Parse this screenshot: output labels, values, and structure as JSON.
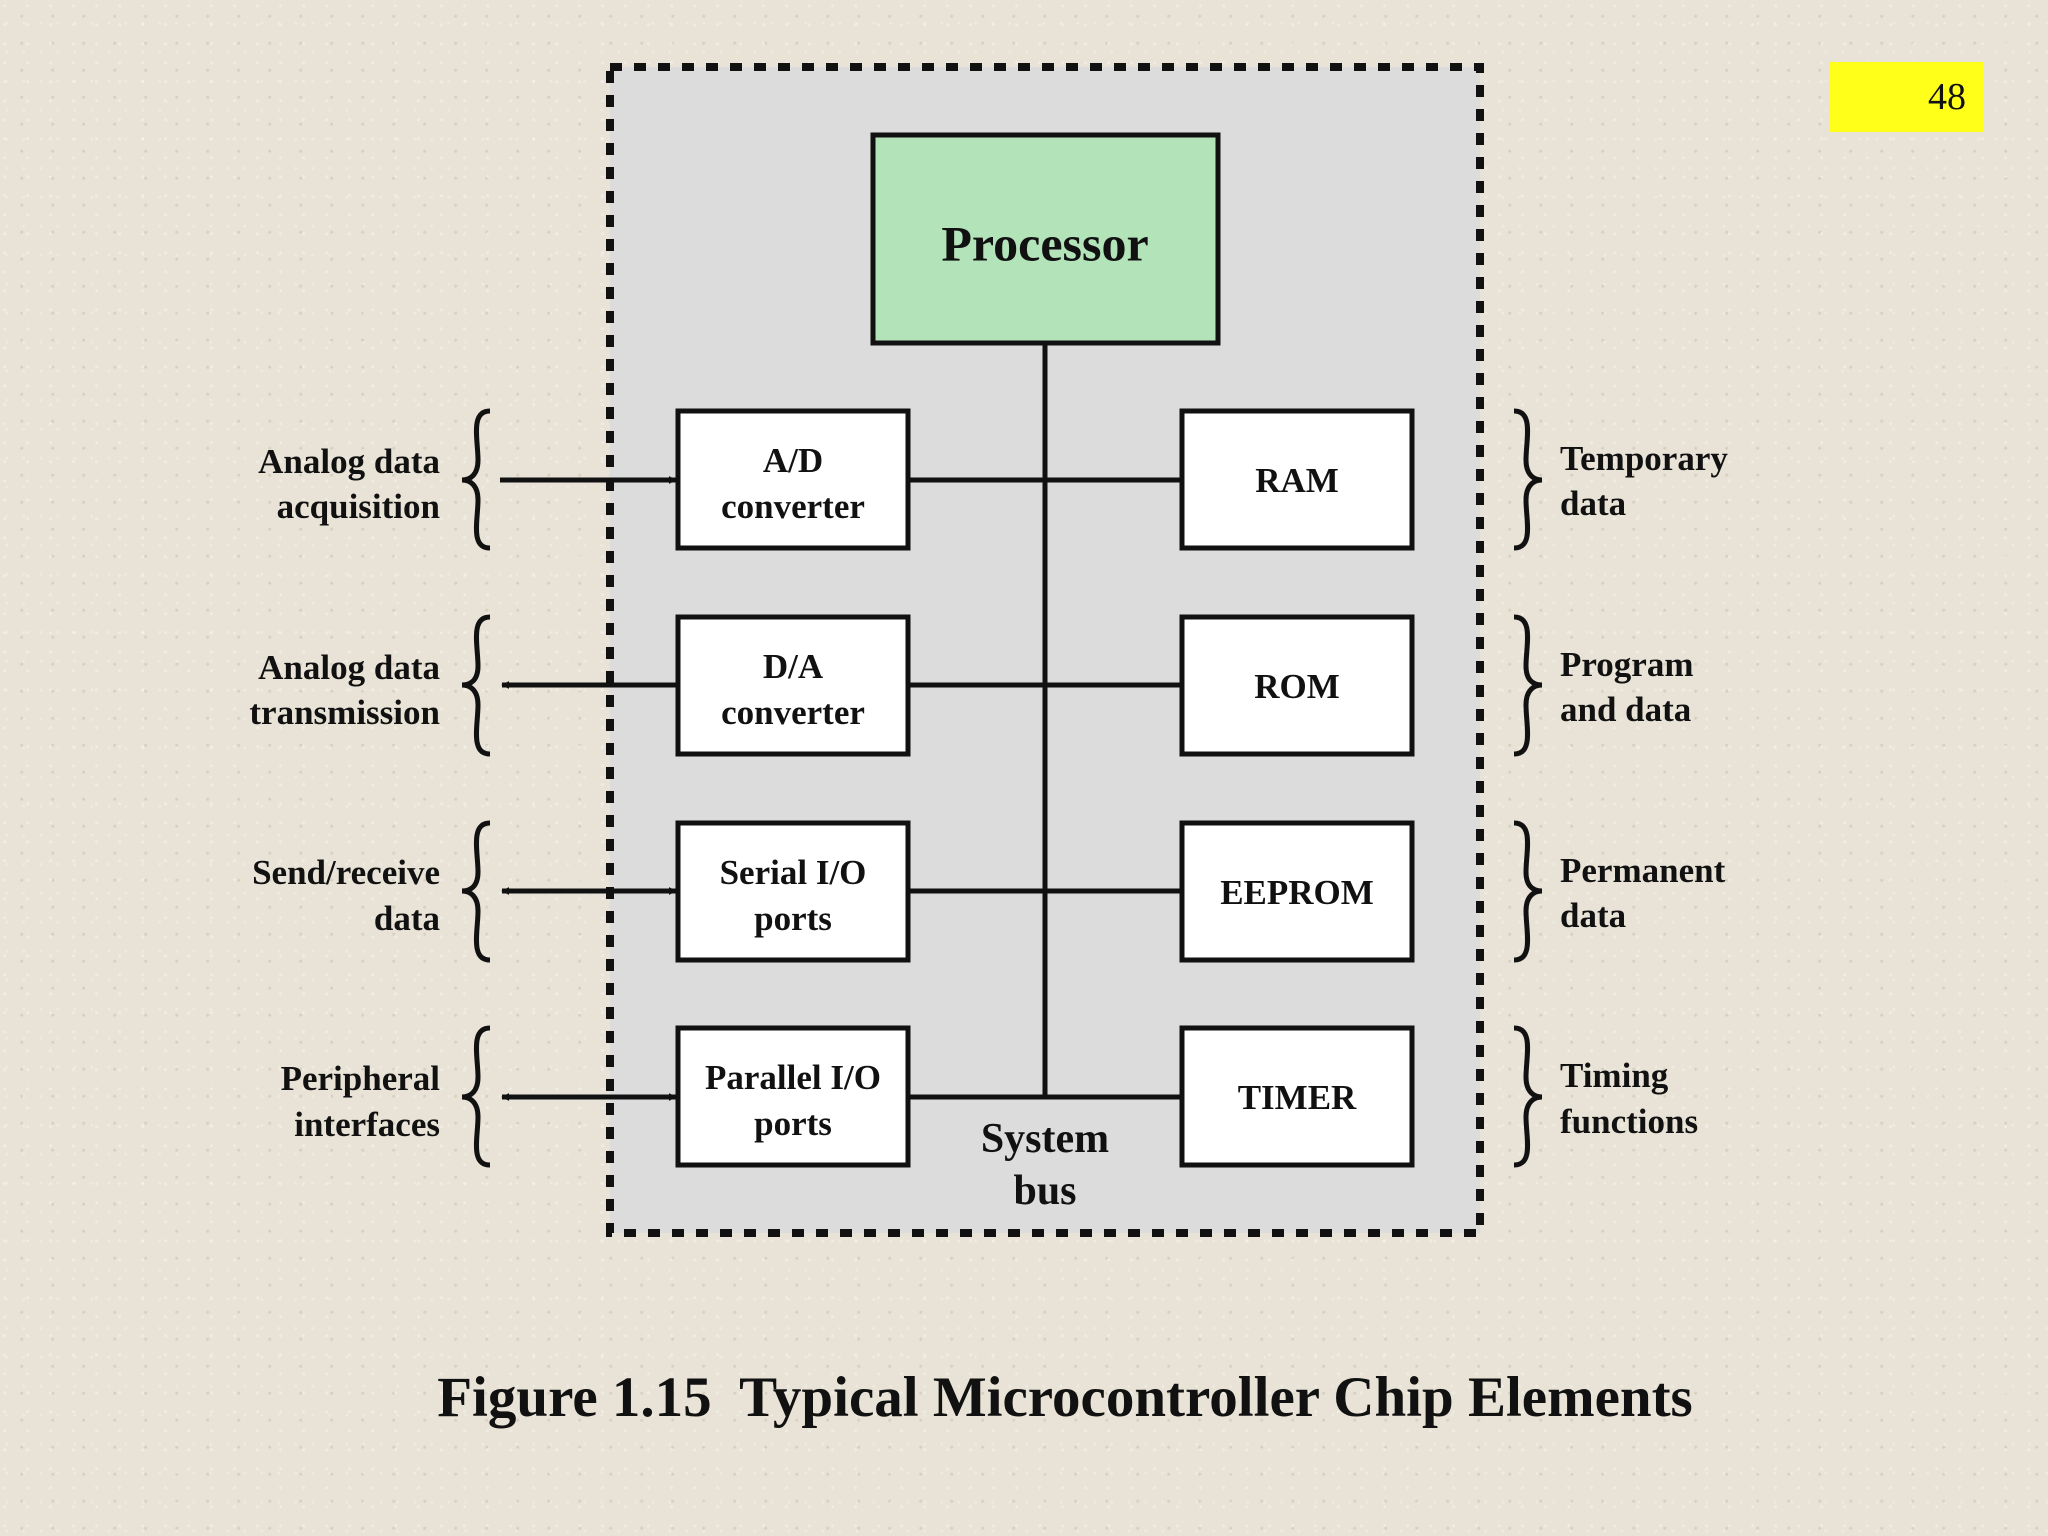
{
  "page_number": "48",
  "processor": "Processor",
  "bus_label": [
    "System",
    "bus"
  ],
  "caption": "Figure 1.15  Typical Microcontroller Chip Elements",
  "left_blocks": [
    {
      "lines": [
        "A/D",
        "converter"
      ],
      "side": [
        "Analog data",
        "acquisition"
      ]
    },
    {
      "lines": [
        "D/A",
        "converter"
      ],
      "side": [
        "Analog data",
        "transmission"
      ]
    },
    {
      "lines": [
        "Serial I/O",
        "ports"
      ],
      "side": [
        "Send/receive",
        "data"
      ]
    },
    {
      "lines": [
        "Parallel I/O",
        "ports"
      ],
      "side": [
        "Peripheral",
        "interfaces"
      ]
    }
  ],
  "right_blocks": [
    {
      "lines": [
        "RAM"
      ],
      "side": [
        "Temporary",
        "data"
      ]
    },
    {
      "lines": [
        "ROM"
      ],
      "side": [
        "Program",
        "and data"
      ]
    },
    {
      "lines": [
        "EEPROM"
      ],
      "side": [
        "Permanent",
        "data"
      ]
    },
    {
      "lines": [
        "TIMER"
      ],
      "side": [
        "Timing",
        "functions"
      ]
    }
  ],
  "colors": {
    "chip_fill": "#dcdcdc",
    "processor_fill": "#b3e3b9",
    "page_number_bg": "#ffff1a"
  }
}
